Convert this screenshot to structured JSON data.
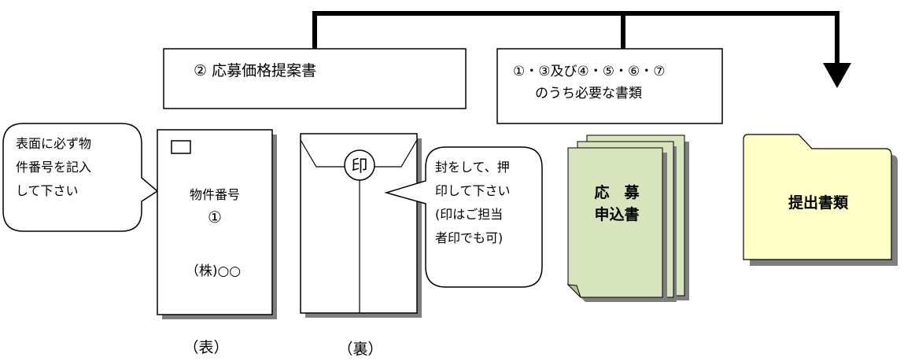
{
  "label_box_left": {
    "text": "② 応募価格提案書"
  },
  "label_box_right": {
    "line1": "①・③及び④・⑤・⑥・⑦",
    "line2": "のうち必要な書類"
  },
  "callout_left": {
    "lines": [
      "表面に必ず物",
      "件番号を記入",
      "して下さい"
    ]
  },
  "callout_right": {
    "lines": [
      "封をして、押",
      "印して下さい",
      "(印はご担当",
      "者印でも可)"
    ]
  },
  "envelope_front": {
    "line1": "物件番号",
    "line2": "①",
    "line3": "（株)○○",
    "caption": "（表）"
  },
  "envelope_back": {
    "seal": "印",
    "caption": "（裏）"
  },
  "application_stack": {
    "line1": "応　募",
    "line2": "申込書"
  },
  "folder": {
    "label": "提出書類"
  },
  "colors": {
    "green_doc": "#d7e4bd",
    "folder": "#ffffc8",
    "shadow": "#8c8c8c",
    "line": "#000000"
  }
}
